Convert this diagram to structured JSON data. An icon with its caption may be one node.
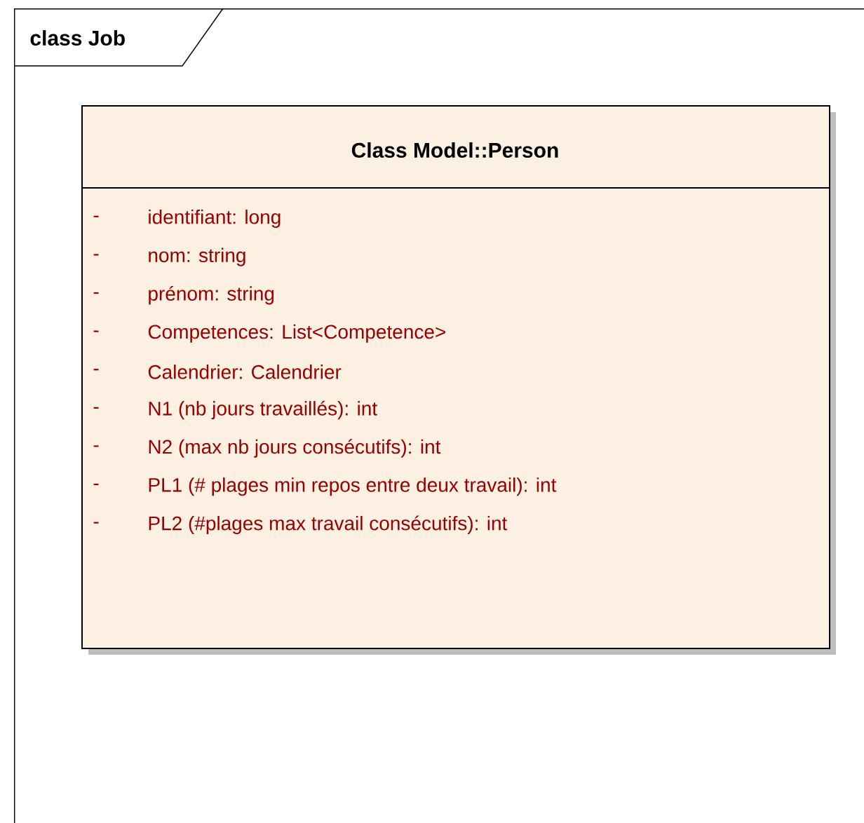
{
  "diagram": {
    "nodes": [
      {
        "text": [
          "class Job"
        ]
      },
      {
        "text": [
          "Class Model::Person",
          "-",
          "identifiant:  long",
          "-",
          "nom:  string",
          "-",
          "prénom:  string",
          "-",
          "Competences:  List<Competence>",
          "-",
          "Calendrier:  Calendrier",
          "-",
          "N1 (nb jours travaillés):  int",
          "-",
          "N2 (max nb jours consécutifs):  int",
          "-",
          "PL1 (# plages min repos entre deux travail):  int",
          "-",
          "PL2 (#plages max travail consécutifs):  int"
        ],
        "in": 0
      }
    ]
  }
}
